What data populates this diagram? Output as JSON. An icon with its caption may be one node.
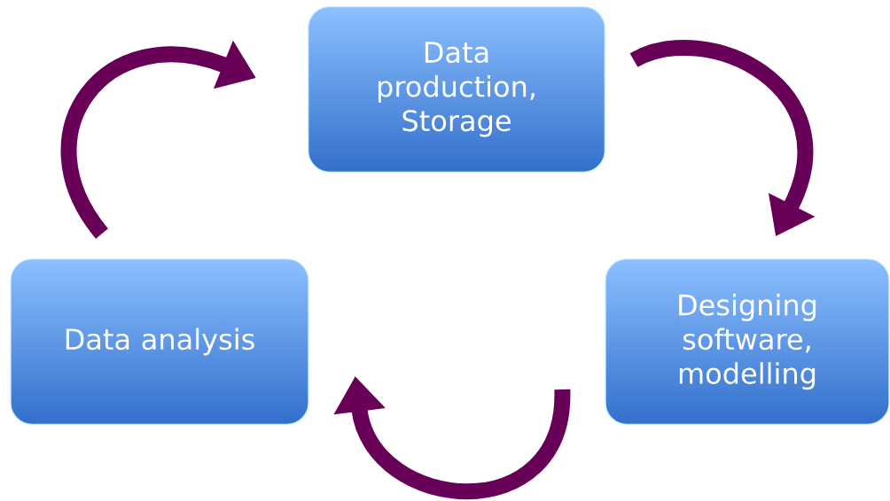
{
  "diagram": {
    "nodes": [
      {
        "text": [
          "Data production, Storage"
        ]
      },
      {
        "text": [
          "Designing software, modelling"
        ]
      },
      {
        "text": [
          "Data analysis"
        ]
      }
    ],
    "edges": [
      {
        "from": 0,
        "to": 1,
        "arrow": "to"
      },
      {
        "from": 1,
        "to": 2,
        "arrow": "to"
      },
      {
        "from": 2,
        "to": 0,
        "arrow": "to"
      }
    ]
  }
}
